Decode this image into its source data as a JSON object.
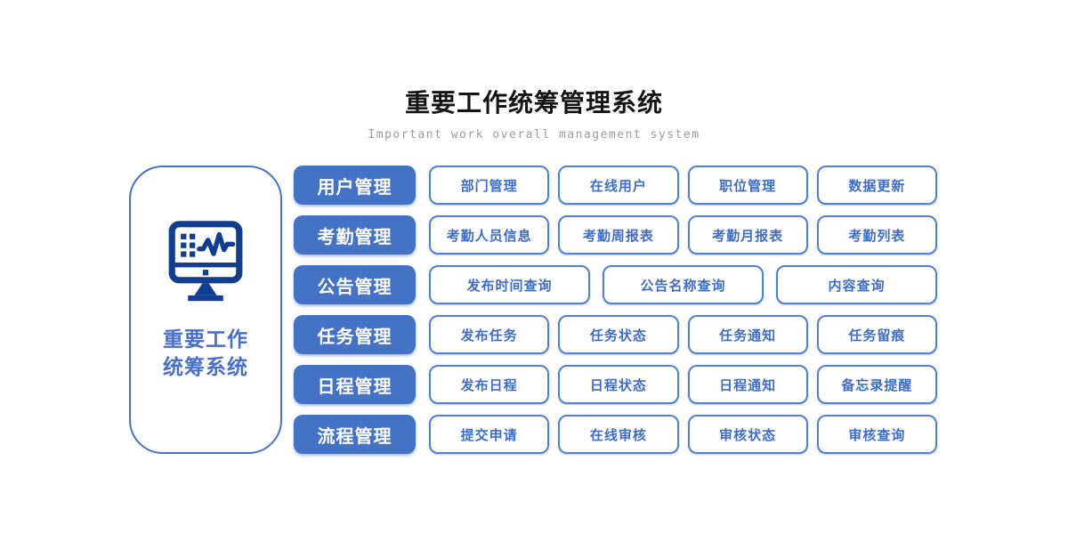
{
  "page": {
    "title": "重要工作统筹管理系统",
    "subtitle": "Important work overall management system"
  },
  "side_panel": {
    "icon": "monitor-pulse-icon",
    "label_line1": "重要工作",
    "label_line2": "统筹系统"
  },
  "colors": {
    "accent_blue": "#4472C4",
    "icon_navy": "#123E8F",
    "panel_text_blue": "#4a6fc7",
    "item_text_blue": "#3f6dc5",
    "subtitle_gray": "#9c9c9c",
    "title_black": "#141414"
  },
  "rows": [
    {
      "category": "用户管理",
      "items": [
        "部门管理",
        "在线用户",
        "职位管理",
        "数据更新"
      ]
    },
    {
      "category": "考勤管理",
      "items": [
        "考勤人员信息",
        "考勤周报表",
        "考勤月报表",
        "考勤列表"
      ]
    },
    {
      "category": "公告管理",
      "items": [
        "发布时间查询",
        "公告名称查询",
        "内容查询"
      ]
    },
    {
      "category": "任务管理",
      "items": [
        "发布任务",
        "任务状态",
        "任务通知",
        "任务留痕"
      ]
    },
    {
      "category": "日程管理",
      "items": [
        "发布日程",
        "日程状态",
        "日程通知",
        "备忘录提醒"
      ]
    },
    {
      "category": "流程管理",
      "items": [
        "提交申请",
        "在线审核",
        "审核状态",
        "审核查询"
      ]
    }
  ]
}
